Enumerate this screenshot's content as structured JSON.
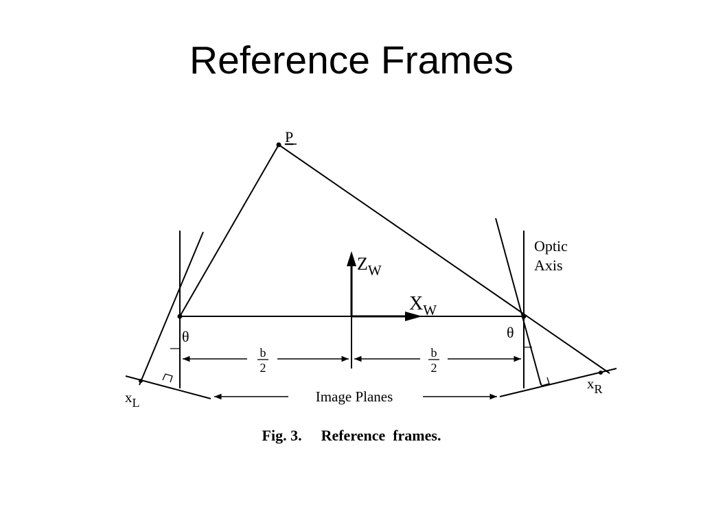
{
  "slide": {
    "title": "Reference Frames"
  },
  "figure": {
    "point_label": "P",
    "z_axis": {
      "main": "Z",
      "sub": "W"
    },
    "x_axis": {
      "main": "X",
      "sub": "W"
    },
    "optic_axis": [
      "Optic",
      "Axis"
    ],
    "theta_left": "θ",
    "theta_right": "θ",
    "half_baseline_left": {
      "num": "b",
      "den": "2"
    },
    "half_baseline_right": {
      "num": "b",
      "den": "2"
    },
    "image_planes": "Image Planes",
    "x_left": {
      "main": "x",
      "sub": "L"
    },
    "x_right": {
      "main": "x",
      "sub": "R"
    },
    "caption_num": "Fig. 3.",
    "caption_text": "Reference  frames."
  }
}
